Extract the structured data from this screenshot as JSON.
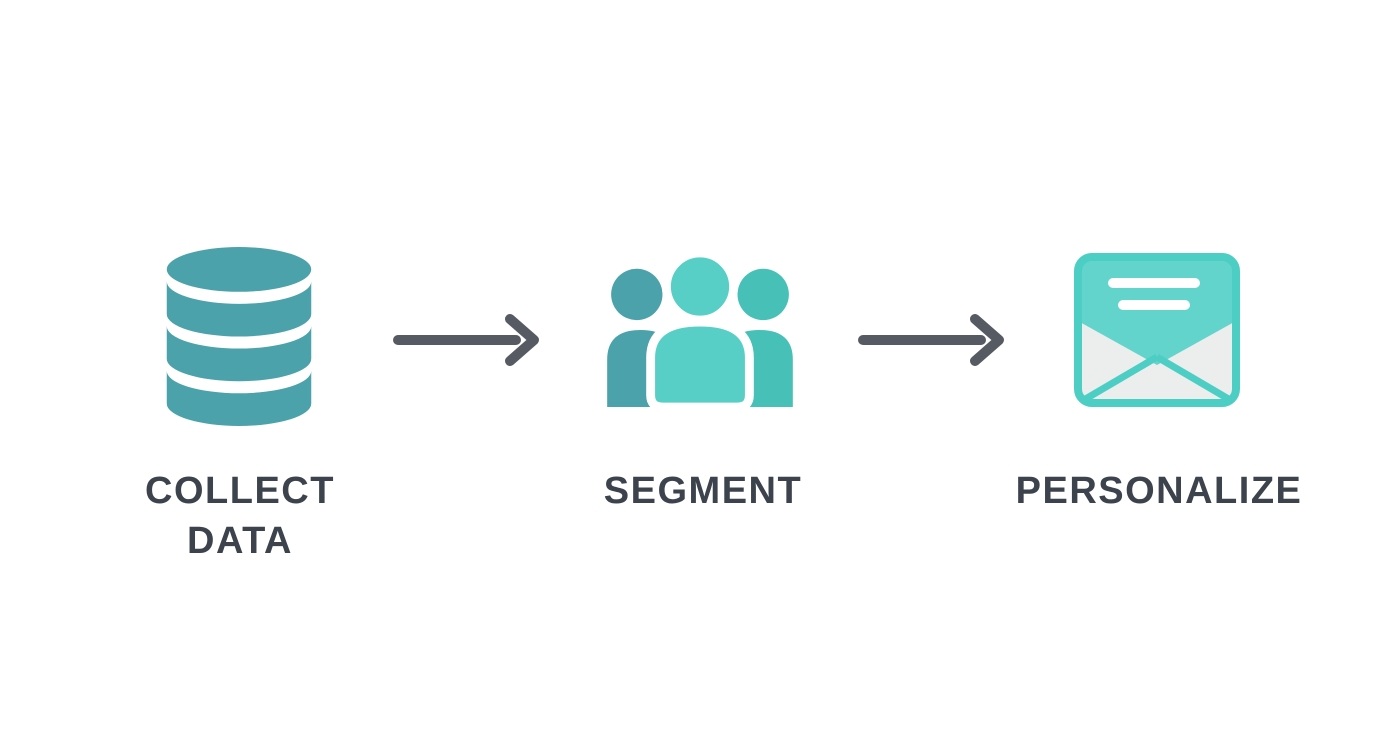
{
  "diagram": {
    "type": "process-flow",
    "direction": "left-to-right",
    "steps": [
      {
        "name": "collect-data",
        "icon": "database-icon",
        "lines": [
          "COLLECT",
          "DATA"
        ]
      },
      {
        "name": "segment",
        "icon": "users-icon",
        "lines": [
          "SEGMENT"
        ]
      },
      {
        "name": "personalize",
        "icon": "envelope-icon",
        "lines": [
          "PERSONALIZE"
        ]
      }
    ],
    "connectors": [
      {
        "name": "arrow-1",
        "icon": "right-arrow-icon"
      },
      {
        "name": "arrow-2",
        "icon": "right-arrow-icon"
      }
    ]
  },
  "colors": {
    "background": "#ffffff",
    "teal_dark": "#4BA2AA",
    "teal_mid": "#47C0B8",
    "teal_light": "#57CFC6",
    "envelope_fill": "#63D4CC",
    "envelope_border": "#4DCEC4",
    "envelope_paper": "#ECEDED",
    "arrow": "#565B63",
    "label": "#3D434D",
    "white": "#ffffff"
  }
}
